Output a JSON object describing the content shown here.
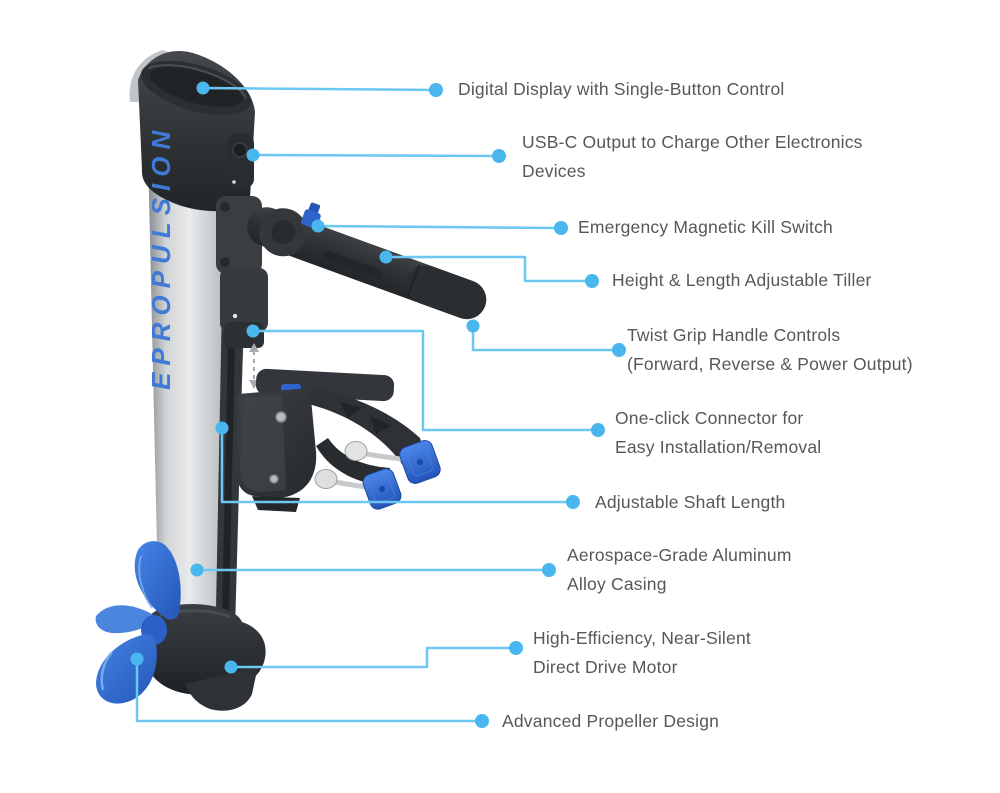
{
  "brand": {
    "vertical_label": "EPROPULSION"
  },
  "colors": {
    "leader_line": "#6cc7f2",
    "leader_dot": "#49b6ee",
    "callout_text": "#55585a",
    "brand_blue": "#3e7ad6",
    "hardware_blue": "#2e64cc",
    "propeller_blue": "#2f6fd8",
    "casing_silver": "#c3c6c9",
    "housing_dark": "#2b2e31"
  },
  "callouts": [
    {
      "id": "digital-display",
      "lines": [
        "Digital Display with Single-Button Control"
      ]
    },
    {
      "id": "usb-c-output",
      "lines": [
        "USB-C Output to Charge Other Electronics",
        "Devices"
      ]
    },
    {
      "id": "kill-switch",
      "lines": [
        "Emergency Magnetic Kill Switch"
      ]
    },
    {
      "id": "adjustable-tiller",
      "lines": [
        "Height & Length Adjustable Tiller"
      ]
    },
    {
      "id": "twist-grip",
      "lines": [
        "Twist Grip Handle Controls",
        "(Forward, Reverse & Power Output)"
      ]
    },
    {
      "id": "one-click-connector",
      "lines": [
        "One-click Connector for",
        "Easy Installation/Removal"
      ]
    },
    {
      "id": "adjustable-shaft",
      "lines": [
        "Adjustable Shaft Length"
      ]
    },
    {
      "id": "aluminum-casing",
      "lines": [
        "Aerospace-Grade Aluminum",
        "Alloy Casing"
      ]
    },
    {
      "id": "direct-drive-motor",
      "lines": [
        "High-Efficiency, Near-Silent",
        "Direct Drive Motor"
      ]
    },
    {
      "id": "propeller-design",
      "lines": [
        "Advanced Propeller Design"
      ]
    }
  ]
}
